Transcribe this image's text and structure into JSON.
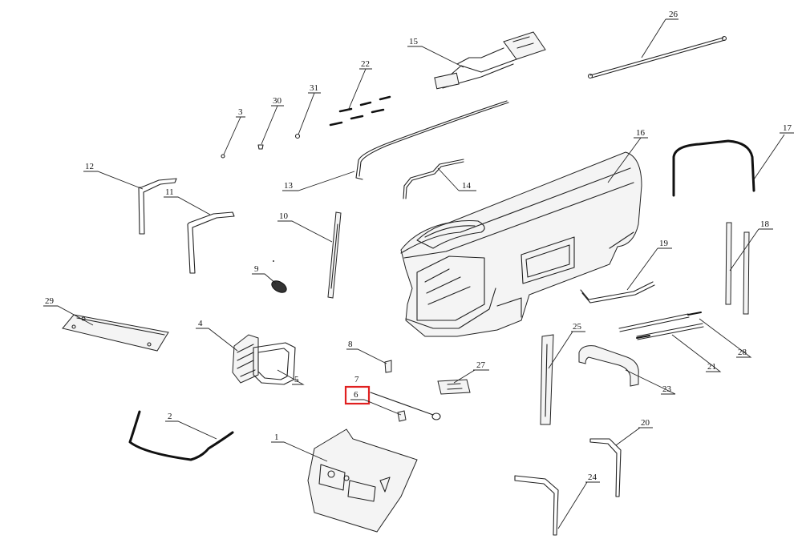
{
  "callouts": [
    {
      "id": "1",
      "label": "1"
    },
    {
      "id": "2",
      "label": "2"
    },
    {
      "id": "3",
      "label": "3"
    },
    {
      "id": "4",
      "label": "4"
    },
    {
      "id": "5",
      "label": "5"
    },
    {
      "id": "6",
      "label": "6",
      "highlighted": true
    },
    {
      "id": "7",
      "label": "7"
    },
    {
      "id": "8",
      "label": "8"
    },
    {
      "id": "9",
      "label": "9"
    },
    {
      "id": "10",
      "label": "10"
    },
    {
      "id": "11",
      "label": "11"
    },
    {
      "id": "12",
      "label": "12"
    },
    {
      "id": "13",
      "label": "13"
    },
    {
      "id": "14",
      "label": "14"
    },
    {
      "id": "15",
      "label": "15"
    },
    {
      "id": "16",
      "label": "16"
    },
    {
      "id": "17",
      "label": "17"
    },
    {
      "id": "18",
      "label": "18"
    },
    {
      "id": "19",
      "label": "19"
    },
    {
      "id": "20",
      "label": "20"
    },
    {
      "id": "21",
      "label": "21"
    },
    {
      "id": "22",
      "label": "22"
    },
    {
      "id": "23",
      "label": "23"
    },
    {
      "id": "24",
      "label": "24"
    },
    {
      "id": "25",
      "label": "25"
    },
    {
      "id": "26",
      "label": "26"
    },
    {
      "id": "27",
      "label": "27"
    },
    {
      "id": "28",
      "label": "28"
    },
    {
      "id": "29",
      "label": "29"
    },
    {
      "id": "30",
      "label": "30"
    },
    {
      "id": "31",
      "label": "31"
    }
  ],
  "highlight_color": "#e02020"
}
